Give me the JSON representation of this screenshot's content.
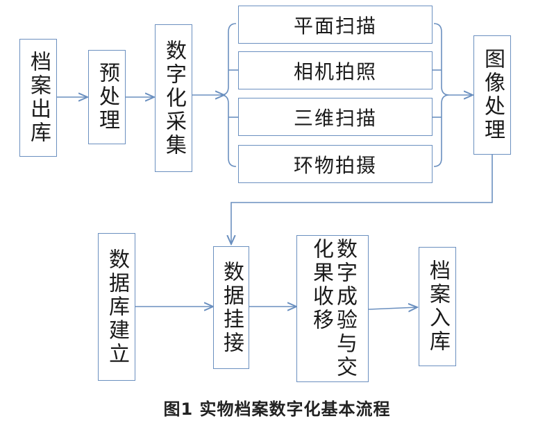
{
  "nodes": {
    "archive_out": "档案出库",
    "preprocess": "预处理",
    "digital_capture": "数字化采集",
    "methods": [
      "平面扫描",
      "相机拍照",
      "三维扫描",
      "环物拍摄"
    ],
    "image_processing": "图像处理",
    "database_build": "数据库建立",
    "data_mount": "数据挂接",
    "result_col1": "数字成验与交",
    "result_col2": "化果收移",
    "archive_in": "档案入库"
  },
  "caption": "图1 实物档案数字化基本流程"
}
